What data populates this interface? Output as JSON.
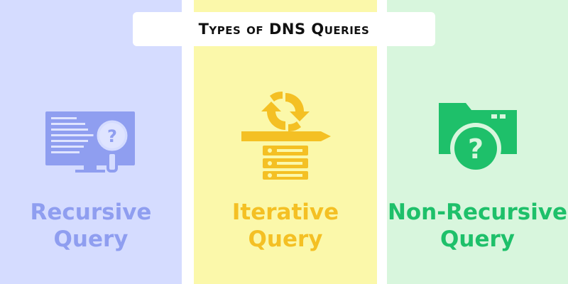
{
  "title": "Types of DNS Queries",
  "colors": {
    "panel_recursive": "#d5dcff",
    "panel_iterative": "#fbf8aa",
    "panel_nonrecursive": "#d8f6dd",
    "accent_recursive": "#8f9ef0",
    "accent_iterative": "#f4c024",
    "accent_nonrecursive": "#1ec06a"
  },
  "panels": [
    {
      "line1": "Recursive",
      "line2": "Query",
      "icon": "monitor-search-question-icon"
    },
    {
      "line1": "Iterative",
      "line2": "Query",
      "icon": "cycle-server-stack-icon"
    },
    {
      "line1": "Non-Recursive",
      "line2": "Query",
      "icon": "folder-question-icon"
    }
  ]
}
